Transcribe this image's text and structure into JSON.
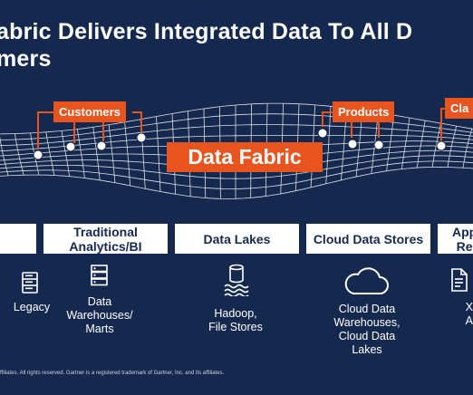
{
  "title": {
    "line1": "abric Delivers Integrated Data To All D",
    "line2": "mers"
  },
  "callouts": {
    "customers": "Customers",
    "products": "Products",
    "partial": "Cla"
  },
  "fabric_label": "Data Fabric",
  "columns": {
    "traditional": {
      "header": "Traditional\nAnalytics/BI",
      "label": "Data\nWarehouses/\nMarts"
    },
    "lakes": {
      "header": "Data Lakes",
      "label": "Hadoop,\nFile Stores"
    },
    "cloud": {
      "header": "Cloud Data Stores",
      "label": "Cloud Data\nWarehouses,\nCloud Data\nLakes"
    },
    "apps": {
      "header": "App\nRe",
      "label": "X\nA"
    },
    "legacy": {
      "label": "Legacy"
    }
  },
  "colors": {
    "background": "#15284d",
    "accent": "#e8541e"
  },
  "footer": "ffiliates. All rights reserved. Gartner is a registered trademark of Gartner, Inc. and its affiliates."
}
